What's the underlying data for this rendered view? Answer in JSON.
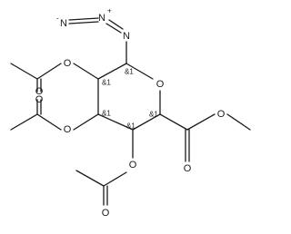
{
  "atoms": {
    "azide_n_terminal": "N",
    "azide_n_middle": "N",
    "azide_n_attached": "N",
    "azide_minus_charge": "-",
    "azide_plus_charge": "+",
    "ring_oxygen": "O",
    "ester_oxygen_top_left": "O",
    "carbonyl_oxygen_top_left": "O",
    "ester_oxygen_middle_left": "O",
    "carbonyl_oxygen_middle_left": "O",
    "ester_oxygen_bottom": "O",
    "carbonyl_oxygen_bottom": "O",
    "methyl_ester_oxygen": "O",
    "methyl_ester_carbonyl_oxygen": "O"
  },
  "stereo_labels": {
    "c1": "&1",
    "c2": "&1",
    "c3": "&1",
    "c4": "&1",
    "c5": "&1"
  }
}
